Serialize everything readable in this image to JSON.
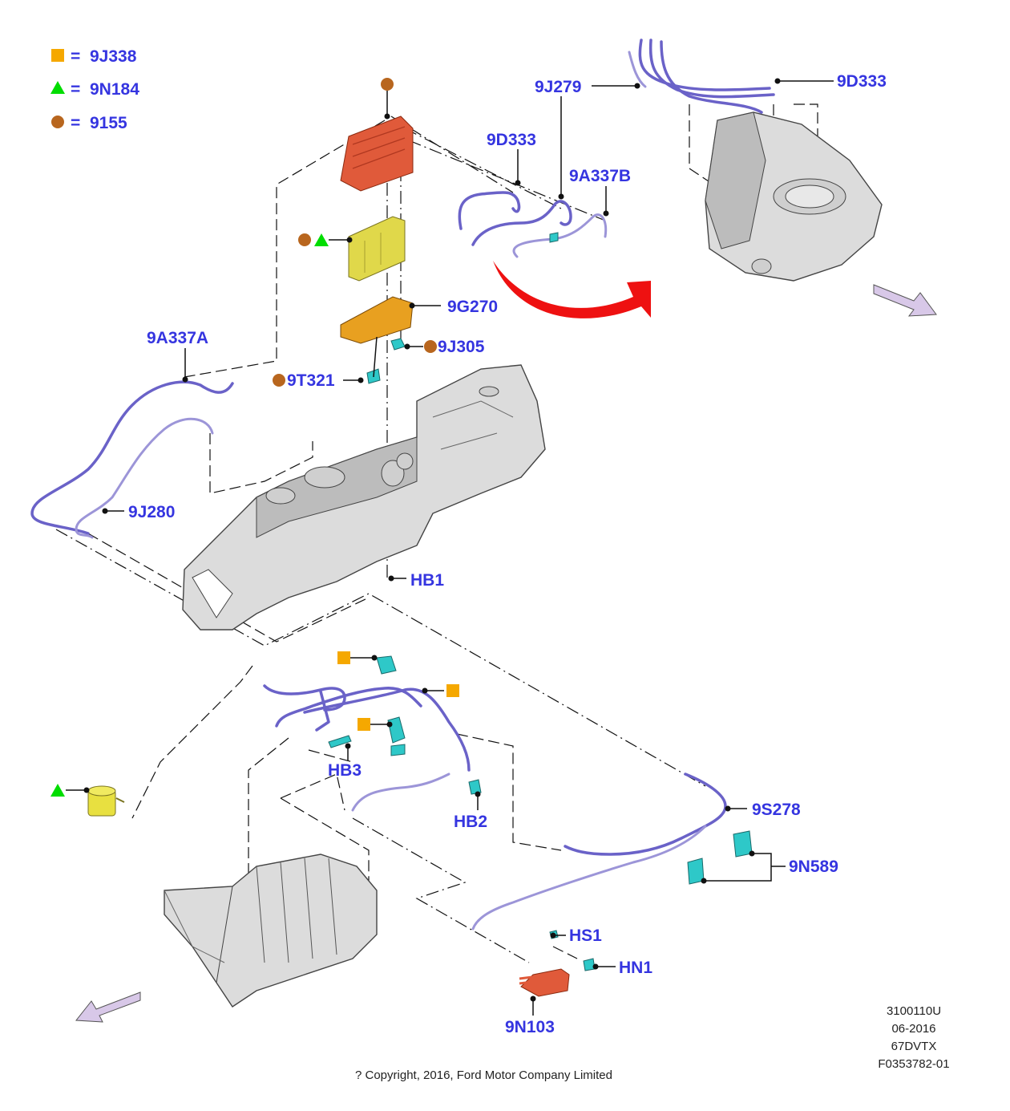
{
  "legend": [
    {
      "symbol": "square",
      "color": "#f5a800",
      "eq": "=",
      "code": "9J338"
    },
    {
      "symbol": "triangle",
      "color": "#00dd00",
      "eq": "=",
      "code": "9N184"
    },
    {
      "symbol": "circle",
      "color": "#b8661e",
      "eq": "=",
      "code": "9155"
    }
  ],
  "callouts": {
    "c9D333_top": "9D333",
    "c9J279": "9J279",
    "c9D333_mid": "9D333",
    "c9A337B": "9A337B",
    "c9G270": "9G270",
    "c9J305": "9J305",
    "c9T321": "9T321",
    "c9A337A": "9A337A",
    "c9J280": "9J280",
    "cHB1": "HB1",
    "cHB3": "HB3",
    "cHB2": "HB2",
    "c9S278": "9S278",
    "c9N589": "9N589",
    "cHS1": "HS1",
    "cHN1": "HN1",
    "c9N103": "9N103"
  },
  "meta": {
    "line1": "3100110U",
    "line2": "06-2016",
    "line3": "67DVTX",
    "line4": "F0353782-01"
  },
  "copyright": "? Copyright, 2016, Ford Motor Company Limited",
  "colors": {
    "callout_text": "#3535e0",
    "tube": "#6a62c8",
    "connector": "#2ec8c8",
    "part_red": "#e05a3a",
    "part_yellow": "#e0d84a",
    "part_orange": "#e8a020",
    "arrow_red": "#ee1111",
    "direction_arrow": "#d8c8e8"
  },
  "icons": [
    "direction-arrow-icon",
    "red-curved-arrow-icon"
  ]
}
